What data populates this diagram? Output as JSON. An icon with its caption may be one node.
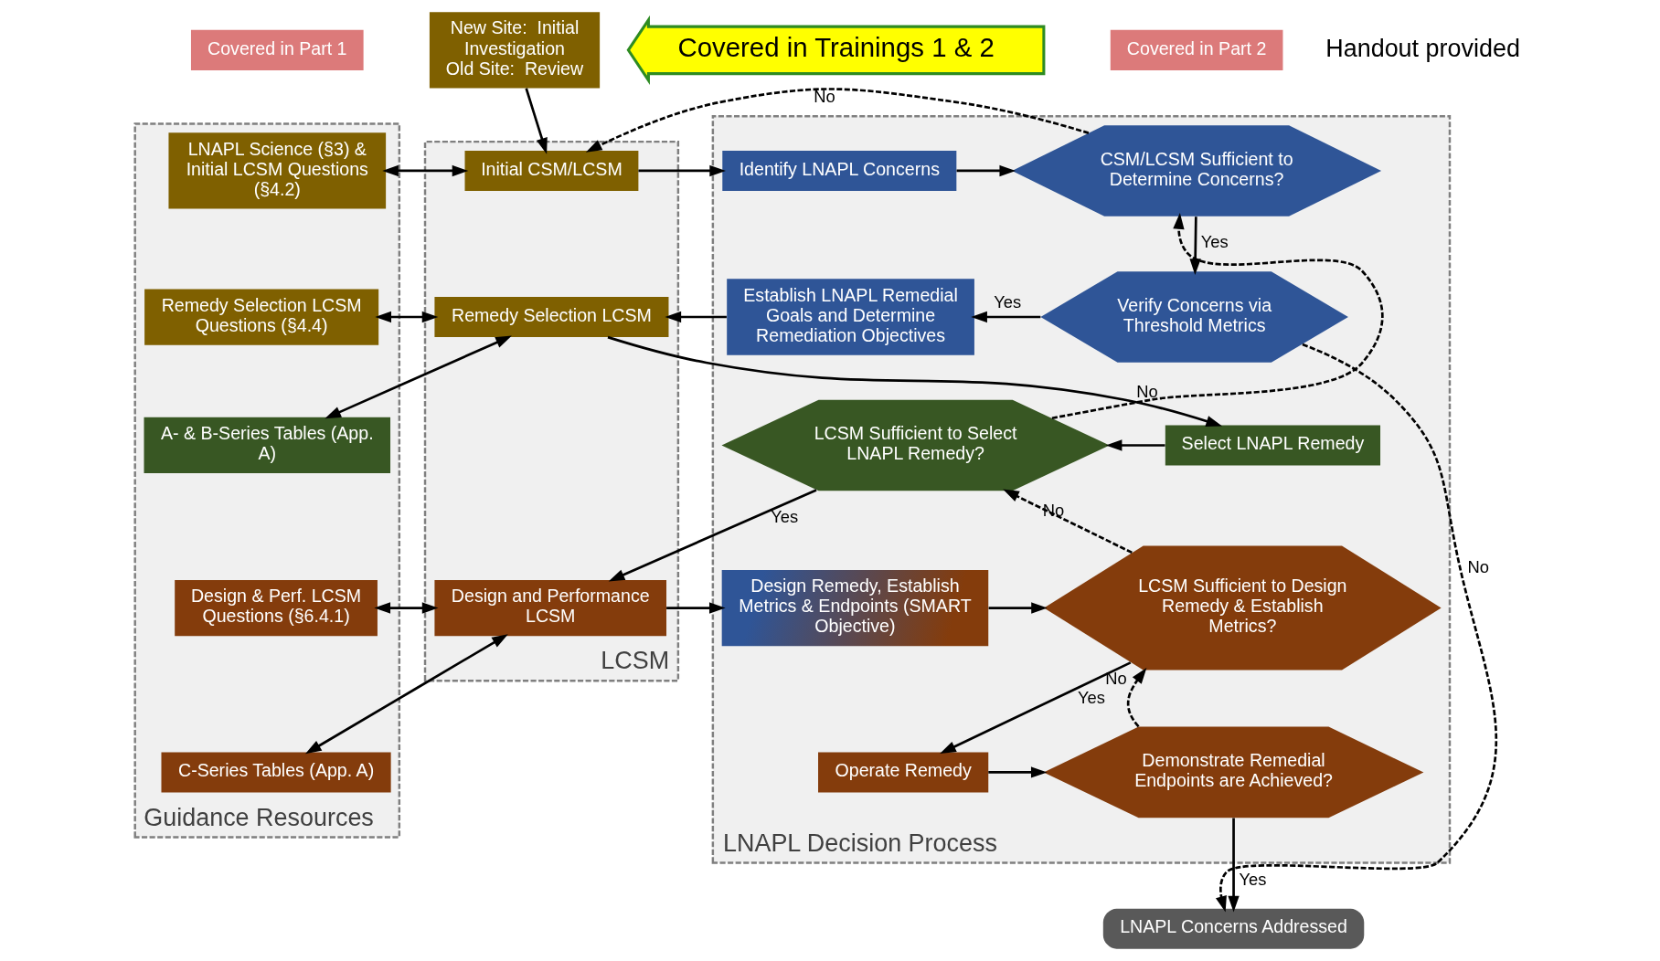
{
  "diagram": {
    "nodes": [
      {
        "text": [
          "New Site:  Initial Investigation",
          "Old Site:  Review"
        ]
      },
      {
        "text": [
          "Covered in Trainings 1 & 2"
        ]
      },
      {
        "text": [
          "Covered in Part 1"
        ]
      },
      {
        "text": [
          "Covered in Part 2"
        ]
      },
      {
        "text": [
          "Guidance Resources"
        ]
      },
      {
        "text": [
          "LNAPL Science (§3) & Initial LCSM Questions (§4.2)"
        ],
        "in": 4
      },
      {
        "text": [
          "Remedy Selection LCSM Questions (§4.4)"
        ],
        "in": 4
      },
      {
        "text": [
          "A- & B-Series Tables (App. A)"
        ],
        "in": 4
      },
      {
        "text": [
          "Design & Perf. LCSM Questions (§6.4.1)"
        ],
        "in": 4
      },
      {
        "text": [
          "C-Series Tables (App. A)"
        ],
        "in": 4
      },
      {
        "text": [
          "LCSM"
        ]
      },
      {
        "text": [
          "Initial CSM/LCSM"
        ],
        "in": 10
      },
      {
        "text": [
          "Remedy Selection LCSM"
        ],
        "in": 10
      },
      {
        "text": [
          "Design and Performance LCSM"
        ],
        "in": 10
      },
      {
        "text": [
          "LNAPL Decision Process"
        ]
      },
      {
        "text": [
          "Identify LNAPL Concerns"
        ],
        "in": 14
      },
      {
        "text": [
          "CSM/LCSM Sufficient to Determine Concerns?"
        ],
        "in": 14
      },
      {
        "text": [
          "Establish LNAPL Remedial Goals and Determine Remediation Objectives"
        ],
        "in": 14
      },
      {
        "text": [
          "Verify Concerns via Threshold Metrics"
        ],
        "in": 14
      },
      {
        "text": [
          "Select LNAPL Remedy"
        ],
        "in": 14
      },
      {
        "text": [
          "LCSM Sufficient to Select LNAPL Remedy?"
        ],
        "in": 14
      },
      {
        "text": [
          "Design Remedy, Establish Metrics & Endpoints (SMART Objective)"
        ],
        "in": 14
      },
      {
        "text": [
          "LCSM Sufficient to Design Remedy & Establish Metrics?"
        ],
        "in": 14
      },
      {
        "text": [
          "Operate Remedy"
        ],
        "in": 14
      },
      {
        "text": [
          "Demonstrate Remedial Endpoints are Achieved?"
        ],
        "in": 14
      },
      {
        "text": [
          "LNAPL Concerns Addressed"
        ]
      }
    ],
    "edges": [
      {
        "from": 0,
        "to": 11,
        "arrow": "to"
      },
      {
        "from": 5,
        "to": 11,
        "arrow": "both"
      },
      {
        "from": 6,
        "to": 12,
        "arrow": "both"
      },
      {
        "from": 7,
        "to": 12,
        "arrow": "both"
      },
      {
        "from": 8,
        "to": 13,
        "arrow": "both"
      },
      {
        "from": 9,
        "to": 13,
        "arrow": "both"
      },
      {
        "from": 11,
        "to": 15,
        "arrow": "to"
      },
      {
        "from": 15,
        "to": 16,
        "arrow": "to"
      },
      {
        "from": 16,
        "to": 18,
        "arrow": "to",
        "label": "Yes"
      },
      {
        "from": 16,
        "to": 11,
        "arrow": "to",
        "label": "No",
        "style": "dashed"
      },
      {
        "from": 18,
        "to": 17,
        "arrow": "to",
        "label": "Yes"
      },
      {
        "from": 18,
        "to": 25,
        "arrow": "to",
        "label": "No",
        "style": "dashed"
      },
      {
        "from": 17,
        "to": 12,
        "arrow": "to"
      },
      {
        "from": 12,
        "to": 19,
        "arrow": "to"
      },
      {
        "from": 19,
        "to": 20,
        "arrow": "to"
      },
      {
        "from": 20,
        "to": 16,
        "arrow": "to",
        "label": "No",
        "style": "dashed"
      },
      {
        "from": 20,
        "to": 13,
        "arrow": "to",
        "label": "Yes"
      },
      {
        "from": 13,
        "to": 21,
        "arrow": "to"
      },
      {
        "from": 21,
        "to": 22,
        "arrow": "to"
      },
      {
        "from": 22,
        "to": 20,
        "arrow": "to",
        "label": "No",
        "style": "dashed"
      },
      {
        "from": 22,
        "to": 23,
        "arrow": "to",
        "label": "Yes"
      },
      {
        "from": 23,
        "to": 24,
        "arrow": "to"
      },
      {
        "from": 24,
        "to": 22,
        "arrow": "to",
        "label": "No",
        "style": "dashed"
      },
      {
        "from": 24,
        "to": 25,
        "arrow": "to",
        "label": "Yes"
      }
    ],
    "labels": [
      "Handout provided"
    ]
  }
}
